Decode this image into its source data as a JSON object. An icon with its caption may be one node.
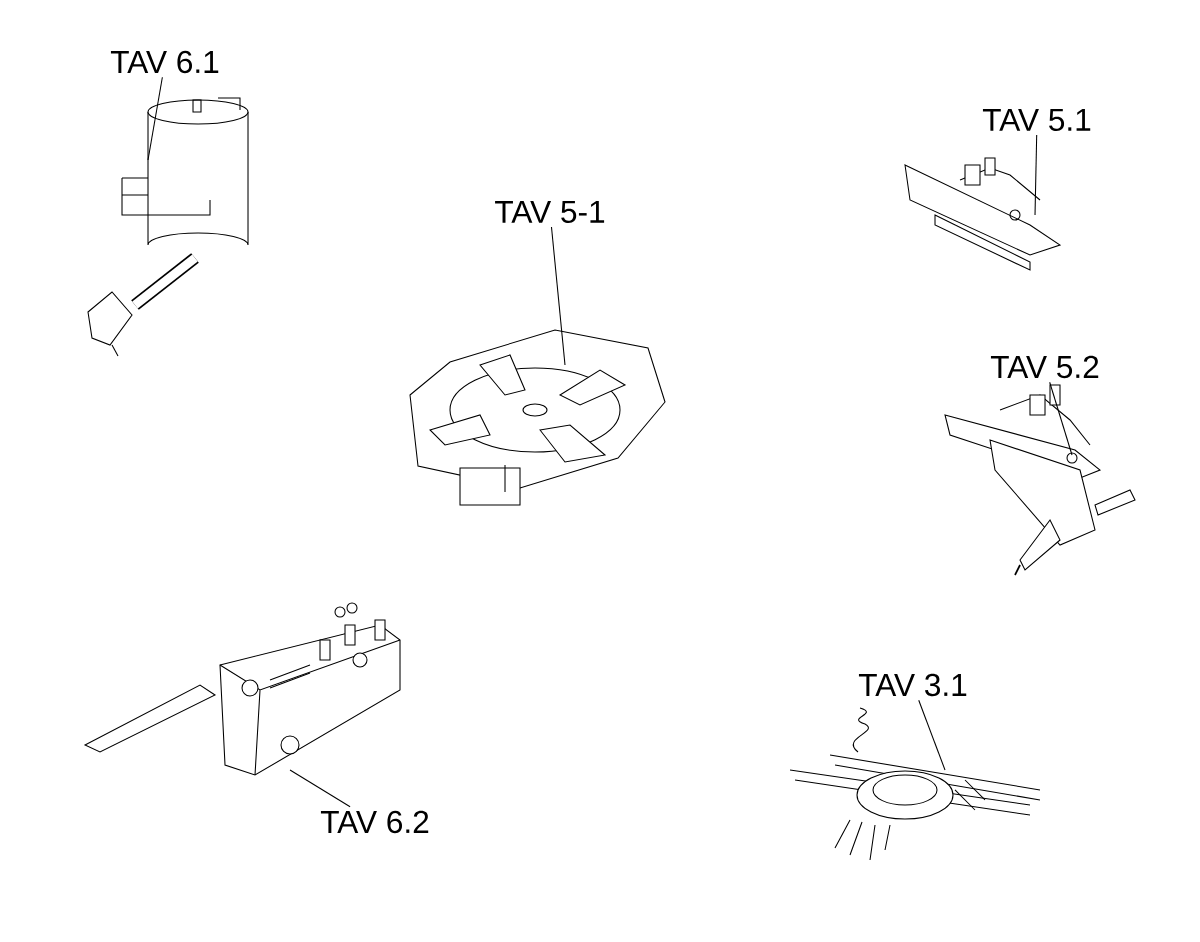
{
  "diagram": {
    "nodes": [
      {
        "text": [
          "TAV 6.1"
        ]
      },
      {
        "text": [
          "TAV 5.1"
        ]
      },
      {
        "text": [
          "TAV 5-1"
        ]
      },
      {
        "text": [
          "TAV 5.2"
        ]
      },
      {
        "text": [
          "TAV 3.1"
        ]
      },
      {
        "text": [
          "TAV 6.2"
        ]
      },
      {
        "text": [],
        "shape": "picture"
      },
      {
        "text": [],
        "shape": "picture"
      },
      {
        "text": [],
        "shape": "picture"
      },
      {
        "text": [],
        "shape": "picture"
      },
      {
        "text": [],
        "shape": "picture"
      },
      {
        "text": [],
        "shape": "picture"
      }
    ],
    "edges": [
      {
        "from": 0,
        "to": 6,
        "arrow": "none"
      },
      {
        "from": 1,
        "to": 7,
        "arrow": "none"
      },
      {
        "from": 2,
        "to": 8,
        "arrow": "none"
      },
      {
        "from": 3,
        "to": 9,
        "arrow": "none"
      },
      {
        "from": 4,
        "to": 11,
        "arrow": "none"
      },
      {
        "from": 5,
        "to": 10,
        "arrow": "none"
      }
    ]
  }
}
